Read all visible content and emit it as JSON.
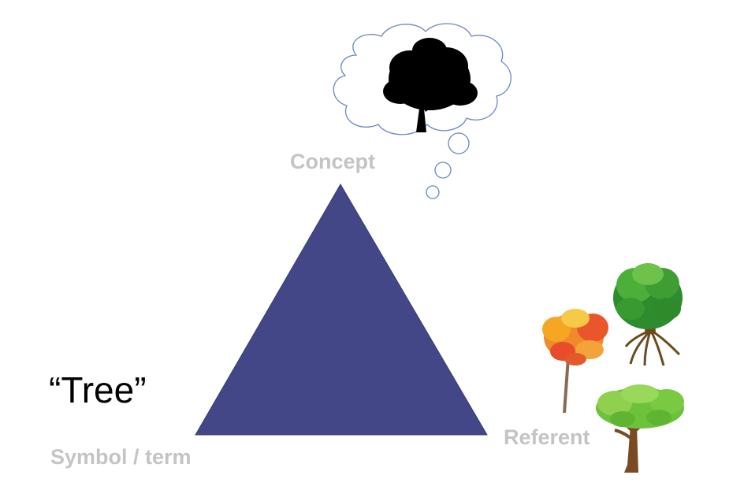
{
  "diagram": {
    "concept_label": "Concept",
    "referent_label": "Referent",
    "symbol_label": "Symbol / term",
    "term_text": "“Tree”"
  },
  "colors": {
    "triangle": "#434687",
    "label_gray": "#c4c4c4",
    "cloud_stroke": "#6b86c4"
  },
  "icons": {
    "concept_image": "tree-silhouette-icon",
    "referents": [
      "autumn-tree-icon",
      "round-green-tree-icon",
      "leafy-green-tree-icon"
    ]
  }
}
